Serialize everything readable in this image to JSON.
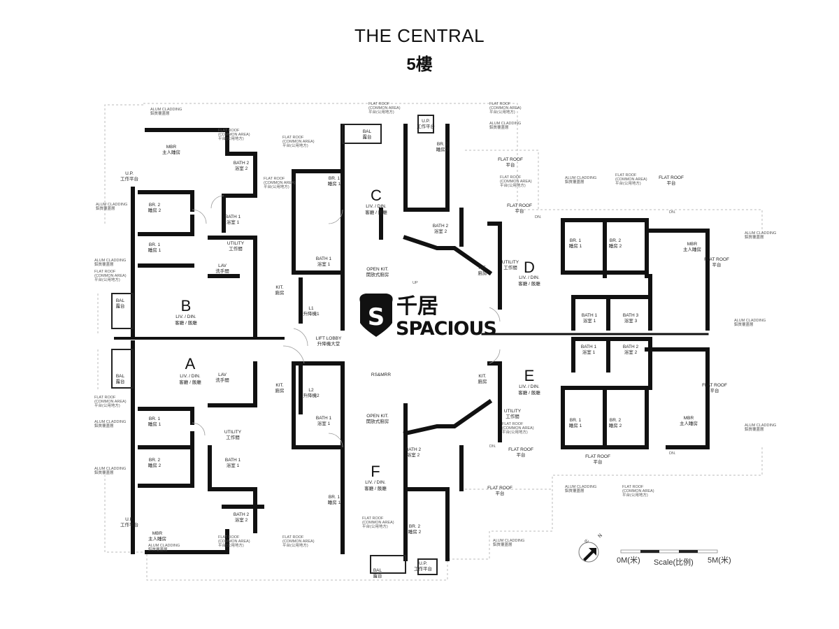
{
  "header": {
    "title": "THE CENTRAL",
    "floor": "5樓"
  },
  "logo": {
    "cn": "千居",
    "en": "SPACIOUS",
    "mark": "S"
  },
  "units": [
    "A",
    "B",
    "C",
    "D",
    "E",
    "F"
  ],
  "liv": {
    "en": "LIV. / DIN.",
    "zh": "客廳 / 飯廳"
  },
  "rooms": [
    {
      "en": "MBR",
      "zh": "主人睡房"
    },
    {
      "en": "BATH 2",
      "zh": "浴室 2"
    },
    {
      "en": "BR. 2",
      "zh": "睡房 2"
    },
    {
      "en": "BATH 1",
      "zh": "浴室 1"
    },
    {
      "en": "BR. 1",
      "zh": "睡房 1"
    },
    {
      "en": "UTILITY",
      "zh": "工作間"
    },
    {
      "en": "LAV",
      "zh": "洗手間"
    },
    {
      "en": "KIT.",
      "zh": "廚房"
    },
    {
      "en": "BAL",
      "zh": "露台"
    },
    {
      "en": "U.P.",
      "zh": "工作平台"
    },
    {
      "en": "L1",
      "zh": "升降機1"
    },
    {
      "en": "L2",
      "zh": "升降機2"
    },
    {
      "en": "LIFT LOBBY",
      "zh": "升降機大堂"
    },
    {
      "en": "OPEN KIT.",
      "zh": "開放式廚房"
    },
    {
      "en": "BATH 3",
      "zh": "浴室 3"
    },
    {
      "en": "FLAT ROOF",
      "zh": "平台"
    },
    {
      "en": "RS&MRR",
      "zh": ""
    }
  ],
  "annotations": {
    "alum_cladding": "ALUM CLADDING",
    "alum_cladding_zh": "鋁質覆蓋層",
    "flat_roof_common": "FLAT ROOF",
    "common_area": "(COMMON AREA)",
    "common_area_zh": "平台(公用地方)",
    "dn": "DN.",
    "up": "UP"
  },
  "north": {
    "label": "N",
    "zh": "北"
  },
  "scale": {
    "start": "0M(米)",
    "label": "Scale(比例)",
    "end": "5M(米)"
  }
}
